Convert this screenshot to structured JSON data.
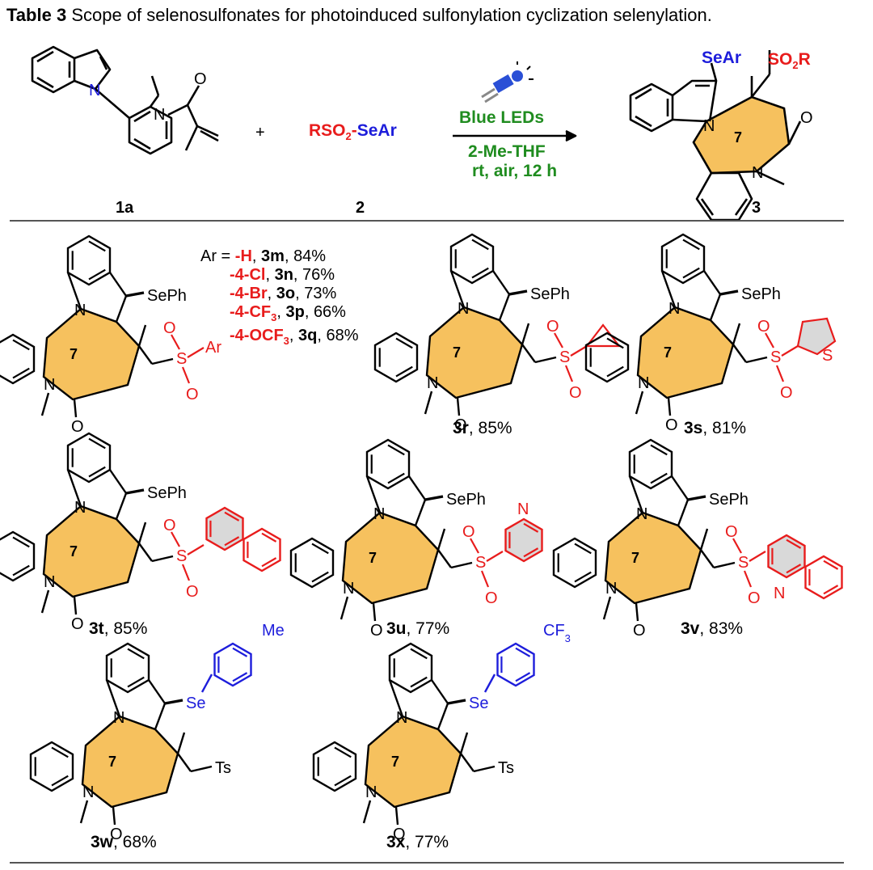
{
  "title": {
    "label": "Table 3",
    "text": "Scope of selenosulfonates for photoinduced sulfonylation cyclization selenylation."
  },
  "reaction": {
    "sm_label": "1a",
    "plus": "+",
    "reagent_rso2": "RSO",
    "reagent_sub": "2",
    "reagent_sear": "SeAr",
    "reagent_dash": "-",
    "reagent_label": "2",
    "cond1": "Blue LEDs",
    "cond2": "2-Me-THF",
    "cond3": "rt, air, 12 h",
    "prod_label": "3",
    "prod_sear": "SeAr",
    "prod_so2r": "SO",
    "prod_so2r_sub": "2",
    "prod_so2r_r": "R"
  },
  "ar_list": {
    "prefix": "Ar = ",
    "rows": [
      {
        "sub": "-H",
        "cmpd": "3m",
        "yield": "84%"
      },
      {
        "sub": "-4-Cl",
        "cmpd": "3n",
        "yield": "76%"
      },
      {
        "sub": "-4-Br",
        "cmpd": "3o",
        "yield": "73%"
      },
      {
        "sub": "-4-CF",
        "sub2": "3",
        "cmpd": "3p",
        "yield": "66%"
      },
      {
        "sub": "-4-OCF",
        "sub2": "3",
        "cmpd": "3q",
        "yield": "68%"
      }
    ]
  },
  "products": [
    {
      "cmpd": "3r",
      "yield": ", 85%"
    },
    {
      "cmpd": "3s",
      "yield": ", 81%"
    },
    {
      "cmpd": "3t",
      "yield": ", 85%"
    },
    {
      "cmpd": "3u",
      "yield": ", 77%"
    },
    {
      "cmpd": "3v",
      "yield": ", 83%"
    },
    {
      "cmpd": "3w",
      "yield": ", 68%"
    },
    {
      "cmpd": "3x",
      "yield": ", 77%"
    }
  ],
  "atom_labels": {
    "N": "N",
    "O": "O",
    "S": "S",
    "Se": "Se",
    "SePh": "SePh",
    "Ts": "Ts",
    "Me": "Me",
    "CF3": "CF",
    "CF3_sub": "3",
    "Ar": "Ar",
    "ring": "7"
  },
  "colors": {
    "ring_fill": "#f6c15e",
    "red": "#e81c1c",
    "blue": "#1d1ddb",
    "green": "#1f8c1f",
    "gray_fill": "#d9d9d9"
  }
}
